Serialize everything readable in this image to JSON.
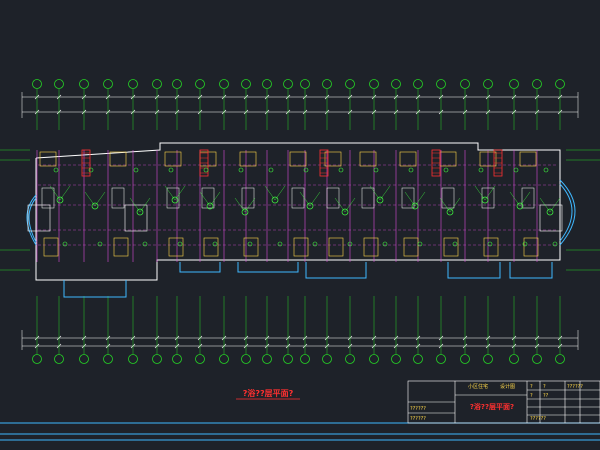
{
  "drawing": {
    "title": "?浴??层平面?",
    "title_block_title": "?浴??层平面?",
    "title_block_cells": [
      "小区住宅",
      "设计图",
      "?",
      "?",
      "?",
      "??",
      "?",
      "?",
      "?",
      "??????",
      "??????"
    ],
    "scale_notes": [
      "??????",
      "??????"
    ]
  },
  "colors": {
    "background": "#1e2229",
    "axis": "#25d425",
    "wall": "#ffffff",
    "room": "#d94cd9",
    "fixture": "#ffd84a",
    "stair": "#ff3030",
    "electric": "#40ff40",
    "dim": "#ffffff",
    "title": "#ff3030",
    "frame": "#3fb8ff"
  }
}
